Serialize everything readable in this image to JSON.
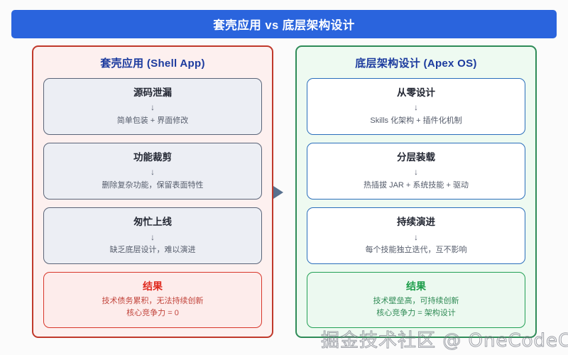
{
  "title_bar": {
    "text": "套壳应用 vs 底层架构设计",
    "background": "#2a64dd",
    "text_color": "#ffffff"
  },
  "arrow": {
    "icon": "triangle-right-icon",
    "color": "#58718f"
  },
  "panels": [
    {
      "id": "shell",
      "title": "套壳应用 (Shell App)",
      "border_color": "#c0392b",
      "background": "#fdf0ef",
      "title_color": "#1b3a9e",
      "cards": [
        {
          "head": "源码泄漏",
          "arrow": "↓",
          "sub": "简单包装 + 界面修改"
        },
        {
          "head": "功能裁剪",
          "arrow": "↓",
          "sub": "删除复杂功能，保留表面特性"
        },
        {
          "head": "匆忙上线",
          "arrow": "↓",
          "sub": "缺乏底层设计，难以演进"
        }
      ],
      "result": {
        "title": "结果",
        "title_color": "#e02b20",
        "lines": [
          "技术债务累积，无法持续创新",
          "核心竞争力 = 0"
        ]
      }
    },
    {
      "id": "apex",
      "title": "底层架构设计 (Apex OS)",
      "border_color": "#2e8b57",
      "background": "#eefaf1",
      "title_color": "#1b3a9e",
      "cards": [
        {
          "head": "从零设计",
          "arrow": "↓",
          "sub": "Skills 化架构 + 插件化机制"
        },
        {
          "head": "分层装载",
          "arrow": "↓",
          "sub": "热插拔 JAR + 系统技能 + 驱动"
        },
        {
          "head": "持续演进",
          "arrow": "↓",
          "sub": "每个技能独立迭代，互不影响"
        }
      ],
      "result": {
        "title": "结果",
        "title_color": "#1d9e4a",
        "lines": [
          "技术壁垒高，可持续创新",
          "核心竞争力 = 架构设计"
        ]
      }
    }
  ],
  "watermark": {
    "text": "掘金技术社区 @ OneCodeCN"
  }
}
